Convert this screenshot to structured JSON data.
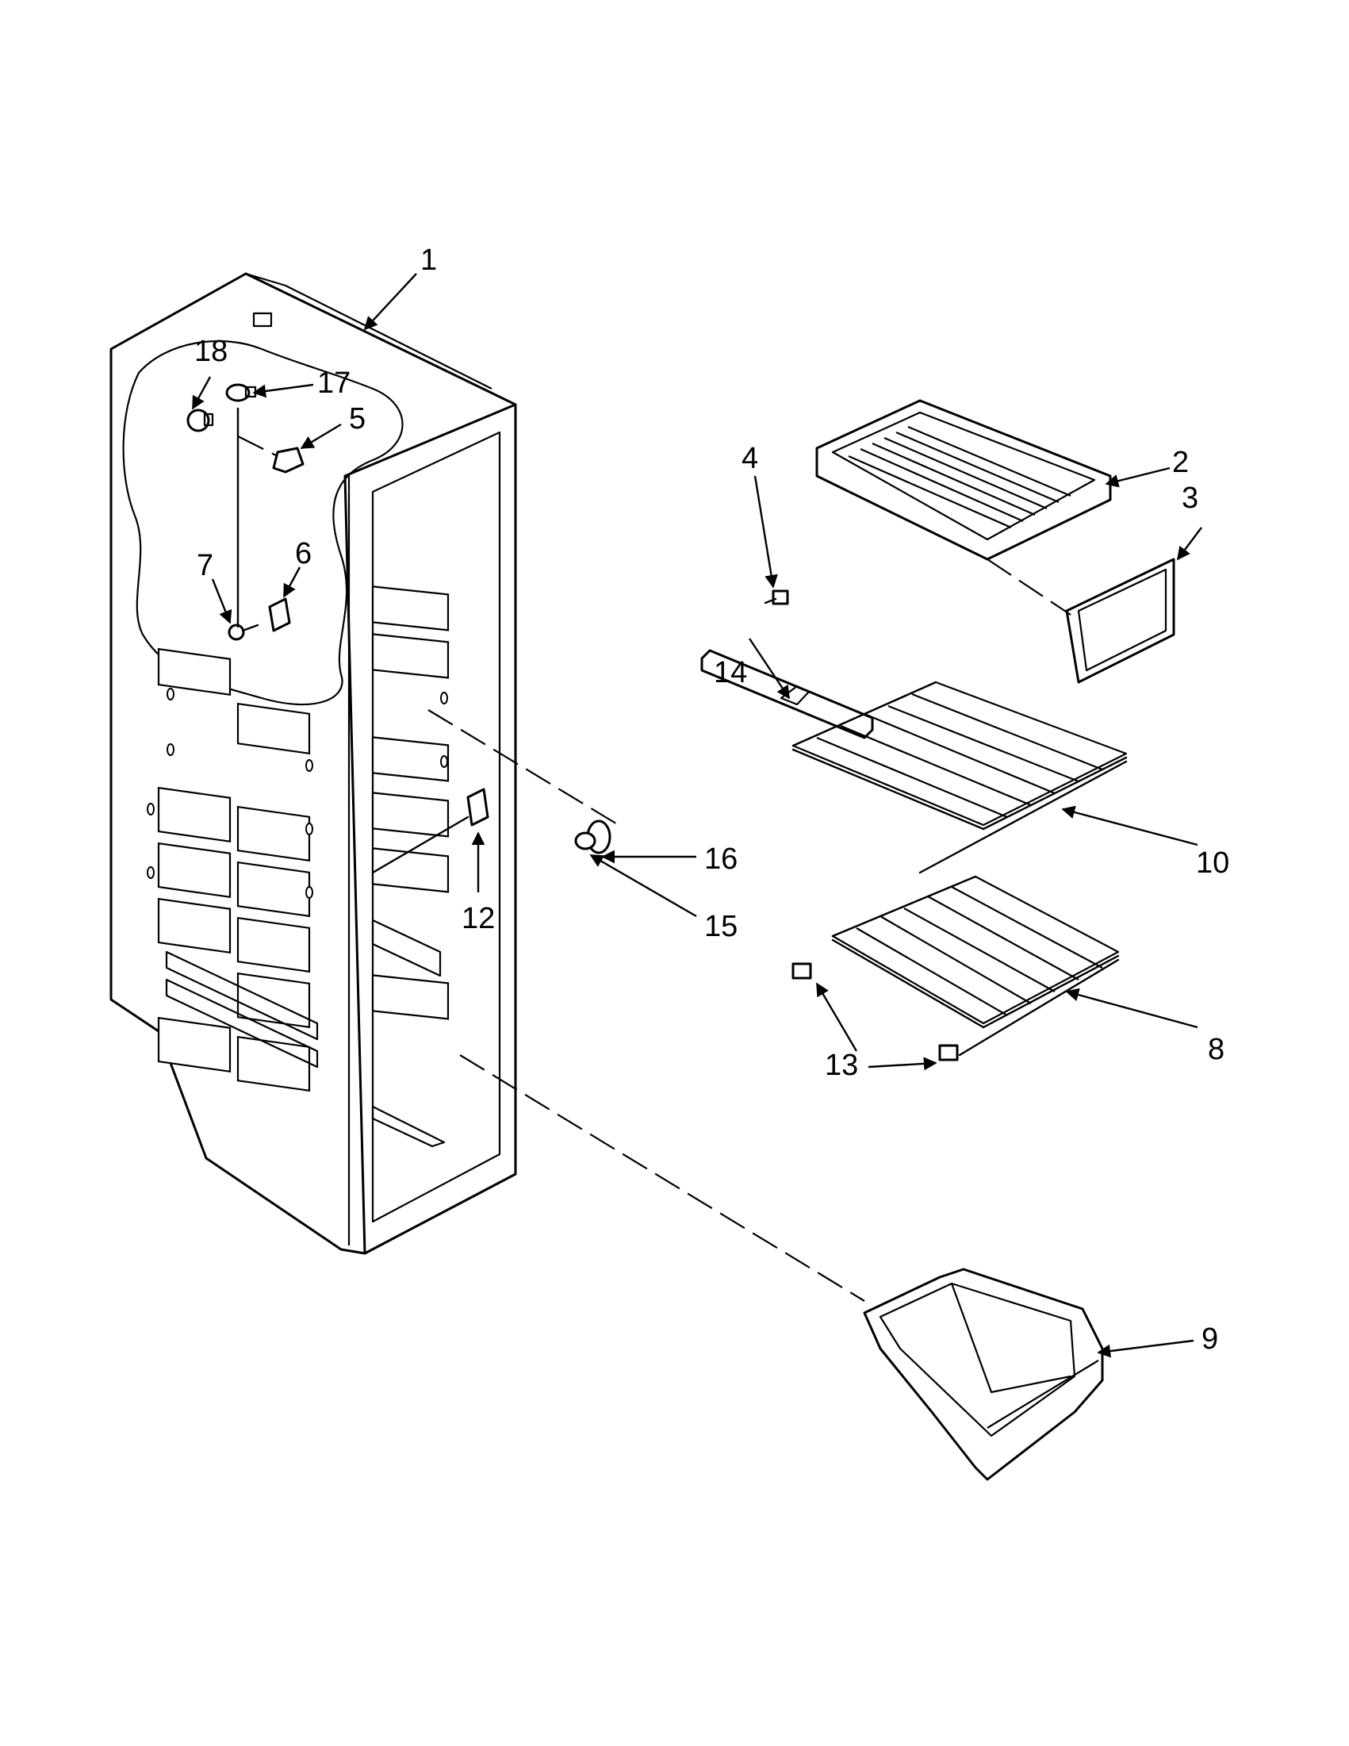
{
  "callouts": [
    {
      "id": "1",
      "label": "1"
    },
    {
      "id": "2",
      "label": "2"
    },
    {
      "id": "3",
      "label": "3"
    },
    {
      "id": "4",
      "label": "4"
    },
    {
      "id": "5",
      "label": "5"
    },
    {
      "id": "6",
      "label": "6"
    },
    {
      "id": "7",
      "label": "7"
    },
    {
      "id": "8",
      "label": "8"
    },
    {
      "id": "9",
      "label": "9"
    },
    {
      "id": "10",
      "label": "10"
    },
    {
      "id": "12",
      "label": "12"
    },
    {
      "id": "13",
      "label": "13"
    },
    {
      "id": "14",
      "label": "14"
    },
    {
      "id": "15",
      "label": "15"
    },
    {
      "id": "16",
      "label": "16"
    },
    {
      "id": "17",
      "label": "17"
    },
    {
      "id": "18",
      "label": "18"
    }
  ]
}
